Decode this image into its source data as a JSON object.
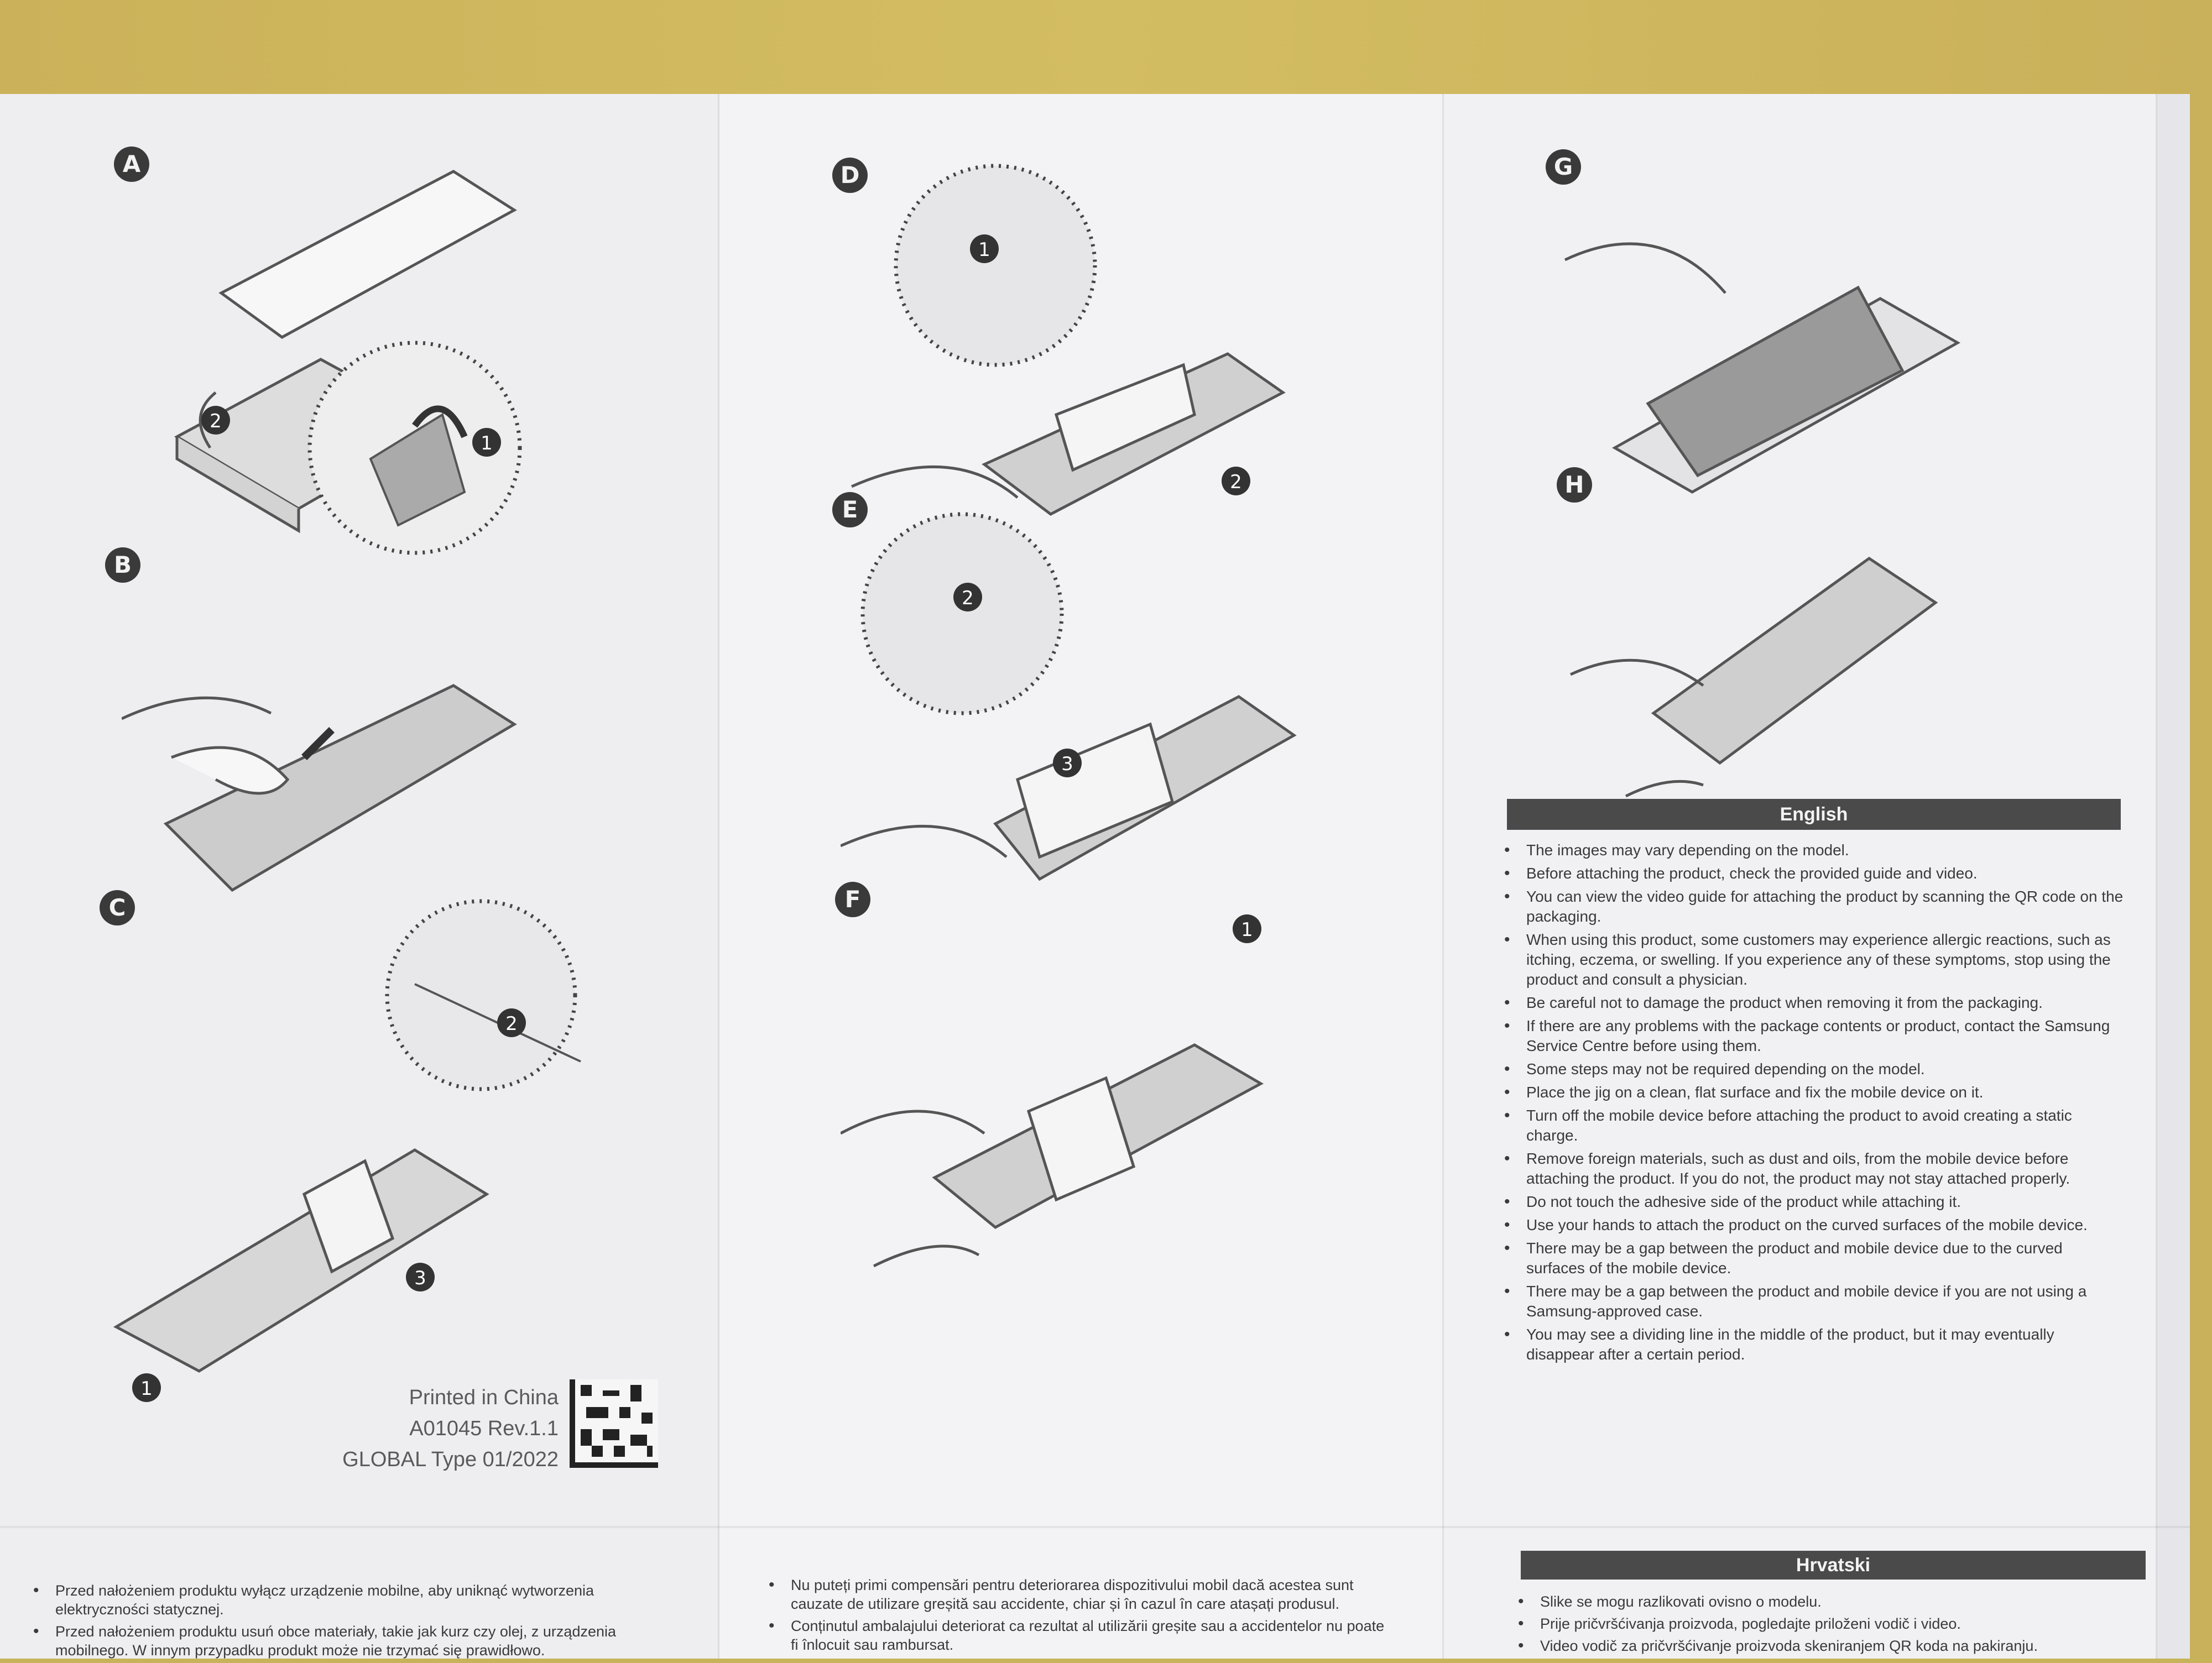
{
  "steps": {
    "a": "A",
    "b": "B",
    "c": "C",
    "d": "D",
    "e": "E",
    "f": "F",
    "g": "G",
    "h": "H"
  },
  "english": {
    "heading": "English",
    "items": [
      "The images may vary depending on the model.",
      "Before attaching the product, check the provided guide and video.",
      "You can view the video guide for attaching the product by scanning the QR code on the packaging.",
      "When using this product, some customers may experience allergic reactions, such as itching, eczema, or swelling. If you experience any of these symptoms, stop using the product and consult a physician.",
      "Be careful not to damage the product when removing it from the packaging.",
      "If there are any problems with the package contents or product, contact the Samsung Service Centre before using them.",
      "Some steps may not be required depending on the model.",
      "Place the jig on a clean, flat surface and fix the mobile device on it.",
      "Turn off the mobile device before attaching the product to avoid creating a static charge.",
      "Remove foreign materials, such as dust and oils, from the mobile device before attaching the product. If you do not, the product may not stay attached properly.",
      "Do not touch the adhesive side of the product while attaching it.",
      "Use your hands to attach the product on the curved surfaces of the mobile device.",
      "There may be a gap between the product and mobile device due to the curved surfaces of the mobile device.",
      "There may be a gap between the product and mobile device if you are not using a Samsung-approved case.",
      "You may see a dividing line in the middle of the product, but it may eventually disappear after a certain period."
    ]
  },
  "printing": {
    "line1": "Printed in China",
    "line2": "A01045 Rev.1.1",
    "line3": "GLOBAL Type 01/2022"
  },
  "polish": {
    "items": [
      "Przed nałożeniem produktu wyłącz urządzenie mobilne, aby uniknąć wytworzenia elektryczności statycznej.",
      "Przed nałożeniem produktu usuń obce materiały, takie jak kurz czy olej, z urządzenia mobilnego. W innym przypadku produkt może nie trzymać się prawidłowo."
    ]
  },
  "romanian": {
    "items": [
      "Nu puteți primi compensări pentru deteriorarea dispozitivului mobil dacă acestea sunt cauzate de utilizare greșită sau accidente, chiar și în cazul în care atașați produsul.",
      "Conținutul ambalajului deteriorat ca rezultat al utilizării greșite sau a accidentelor nu poate fi înlocuit sau rambursat."
    ]
  },
  "croatian": {
    "heading": "Hrvatski",
    "items": [
      "Slike se mogu razlikovati ovisno o modelu.",
      "Prije pričvršćivanja proizvoda, pogledajte priloženi vodič i video.",
      "Video vodič za pričvršćivanje proizvoda skeniranjem QR koda na pakiranju."
    ]
  },
  "callouts": {
    "one": "1",
    "two": "2",
    "three": "3"
  }
}
